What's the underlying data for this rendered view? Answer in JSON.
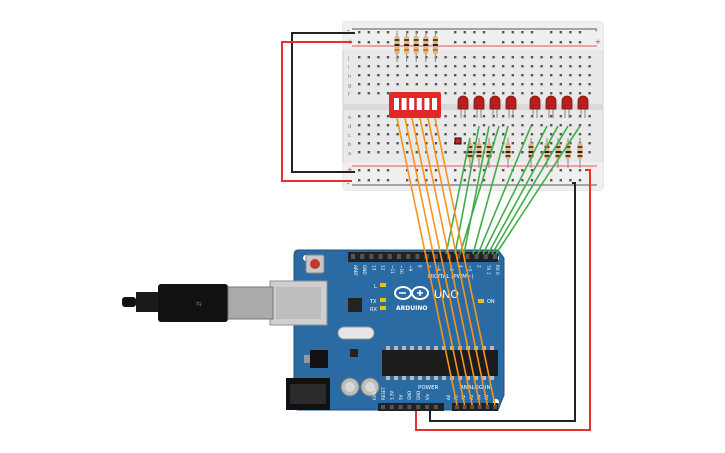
{
  "board": {
    "brand": "ARDUINO",
    "model": "UNO",
    "digital_header": "DIGITAL (PWM~)",
    "power_header": "POWER",
    "analog_header": "ANALOG IN",
    "on_label": "ON",
    "l_label": "L",
    "tx_label": "TX",
    "rx_label": "RX",
    "digital_pins": [
      "AREF",
      "GND",
      "13",
      "12",
      "~11",
      "~10",
      "~9",
      "8",
      "7",
      "~6",
      "~5",
      "4",
      "~3",
      "2",
      "TX 1",
      "RX 0"
    ],
    "power_pins": [
      "IOREF",
      "RESET",
      "3.3V",
      "5V",
      "GND",
      "GND",
      "Vin"
    ],
    "analog_pins": [
      "A0",
      "A1",
      "A2",
      "A3",
      "A4",
      "A5"
    ]
  },
  "breadboard": {
    "rail_plus": "+",
    "rail_minus": "-",
    "row_letters_top": [
      "j",
      "i",
      "h",
      "g",
      "f"
    ],
    "row_letters_bottom": [
      "e",
      "d",
      "c",
      "b",
      "a"
    ]
  },
  "components": {
    "dip_switch_count": 6,
    "led_count": 8,
    "led_color": "#b51f1f",
    "wire_colors": {
      "analog": "#f7941d",
      "digital": "#3fae49",
      "power": "#e8312e",
      "ground": "#222222"
    }
  },
  "colors": {
    "board": "#2a6ba3",
    "breadboard": "#e9e9e9",
    "switch": "#e02a2a"
  }
}
